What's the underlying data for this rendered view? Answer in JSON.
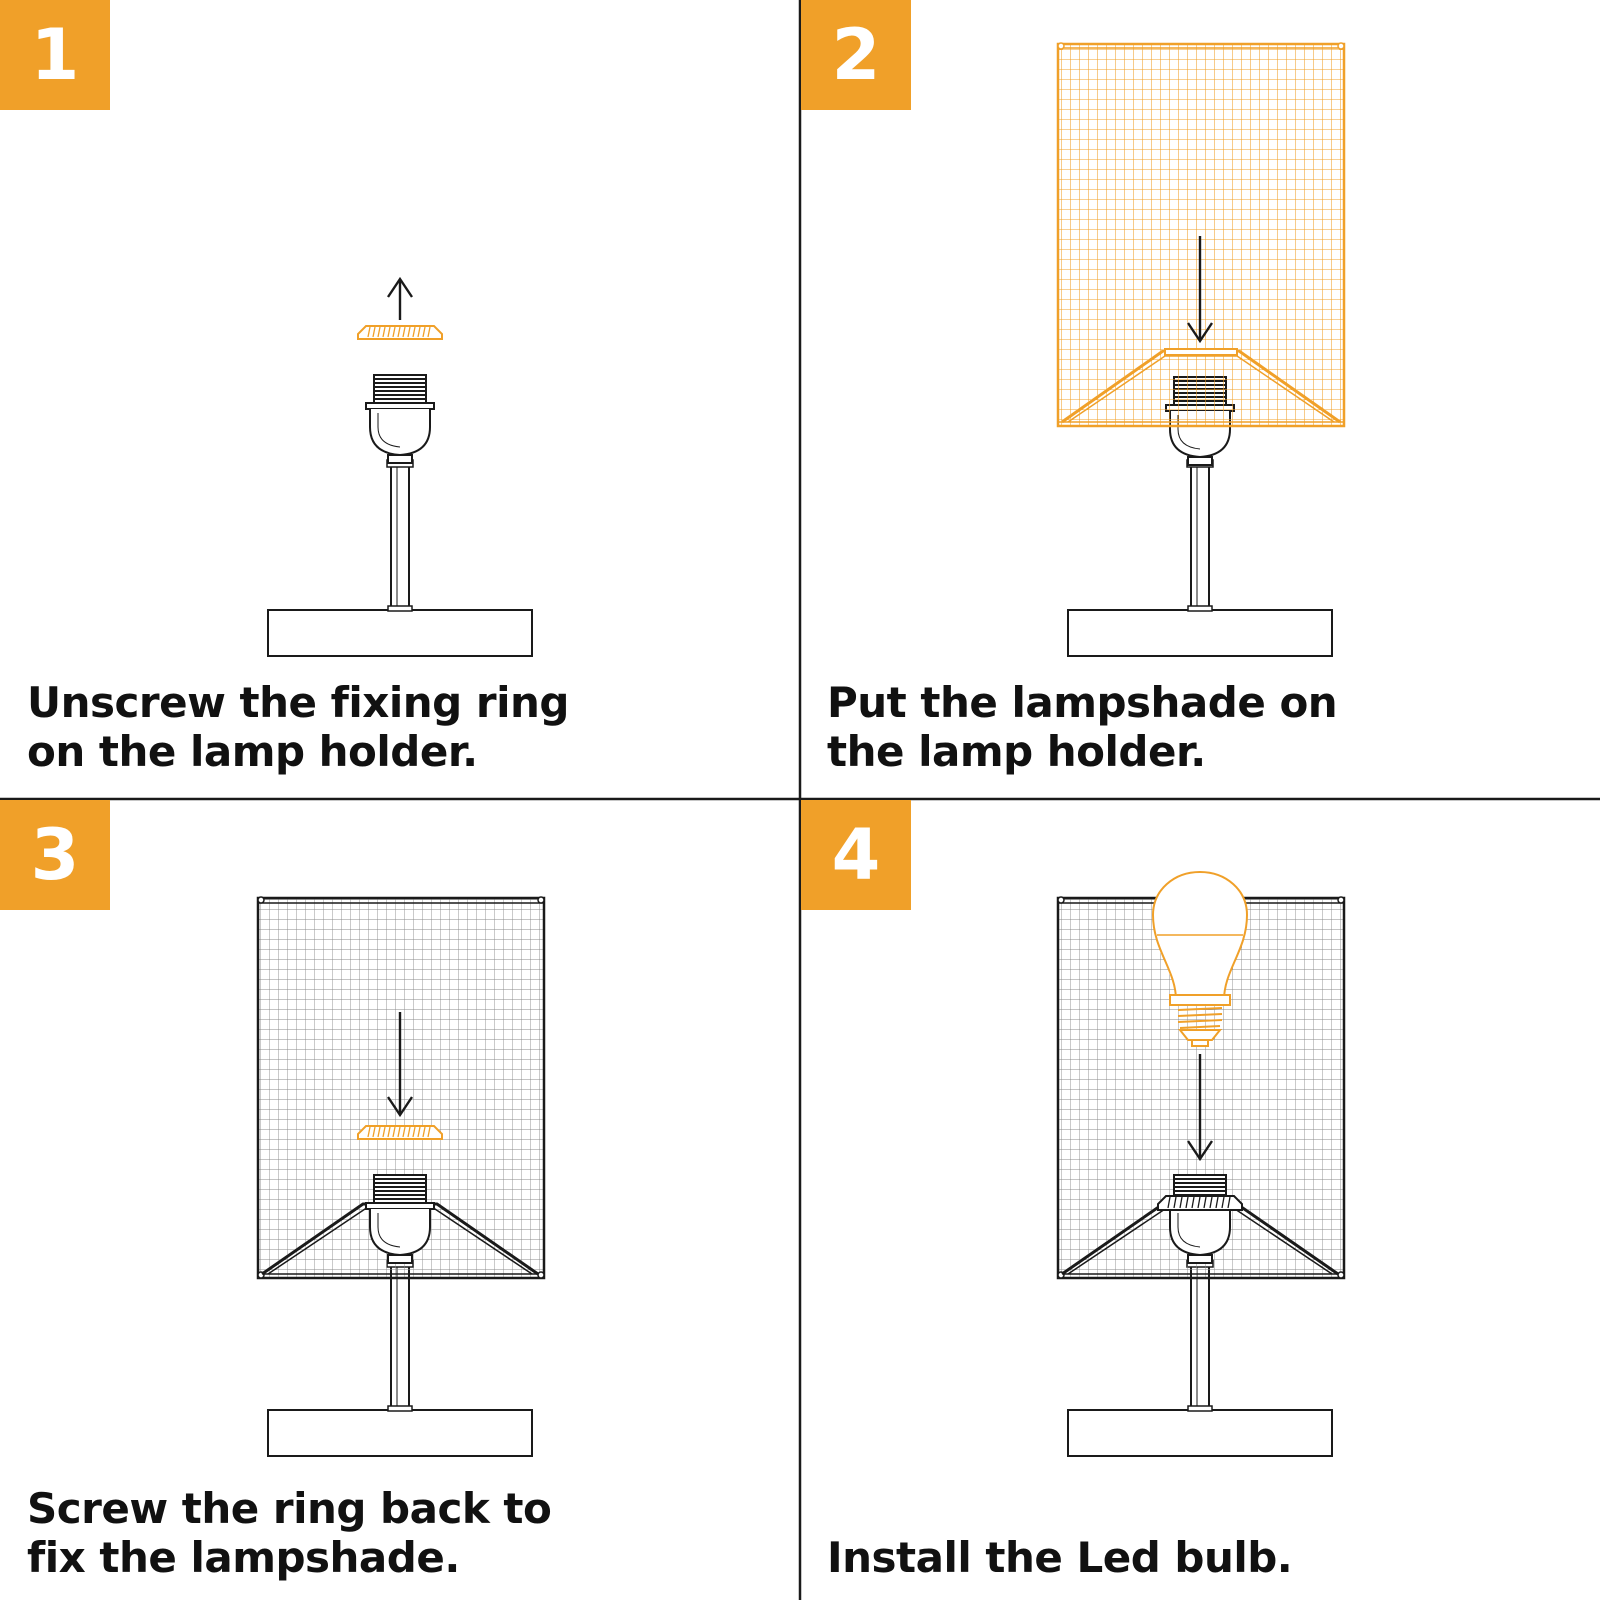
{
  "colors": {
    "accent": "#f0a029",
    "line": "#1a1a1a",
    "grid": "#7a7a7a",
    "background": "#ffffff"
  },
  "steps": [
    {
      "number": "1",
      "lines": [
        "Unscrew the fixing ring",
        "on the lamp holder."
      ]
    },
    {
      "number": "2",
      "lines": [
        "Put the lampshade on",
        "the lamp holder."
      ]
    },
    {
      "number": "3",
      "lines": [
        "Screw the ring back to",
        "fix the lampshade."
      ]
    },
    {
      "number": "4",
      "lines": [
        "",
        "Install the Led bulb."
      ]
    }
  ],
  "icons": [
    "up-arrow-icon",
    "down-arrow-icon",
    "fixing-ring-icon",
    "lamp-holder-icon",
    "lampshade-icon",
    "led-bulb-icon"
  ]
}
